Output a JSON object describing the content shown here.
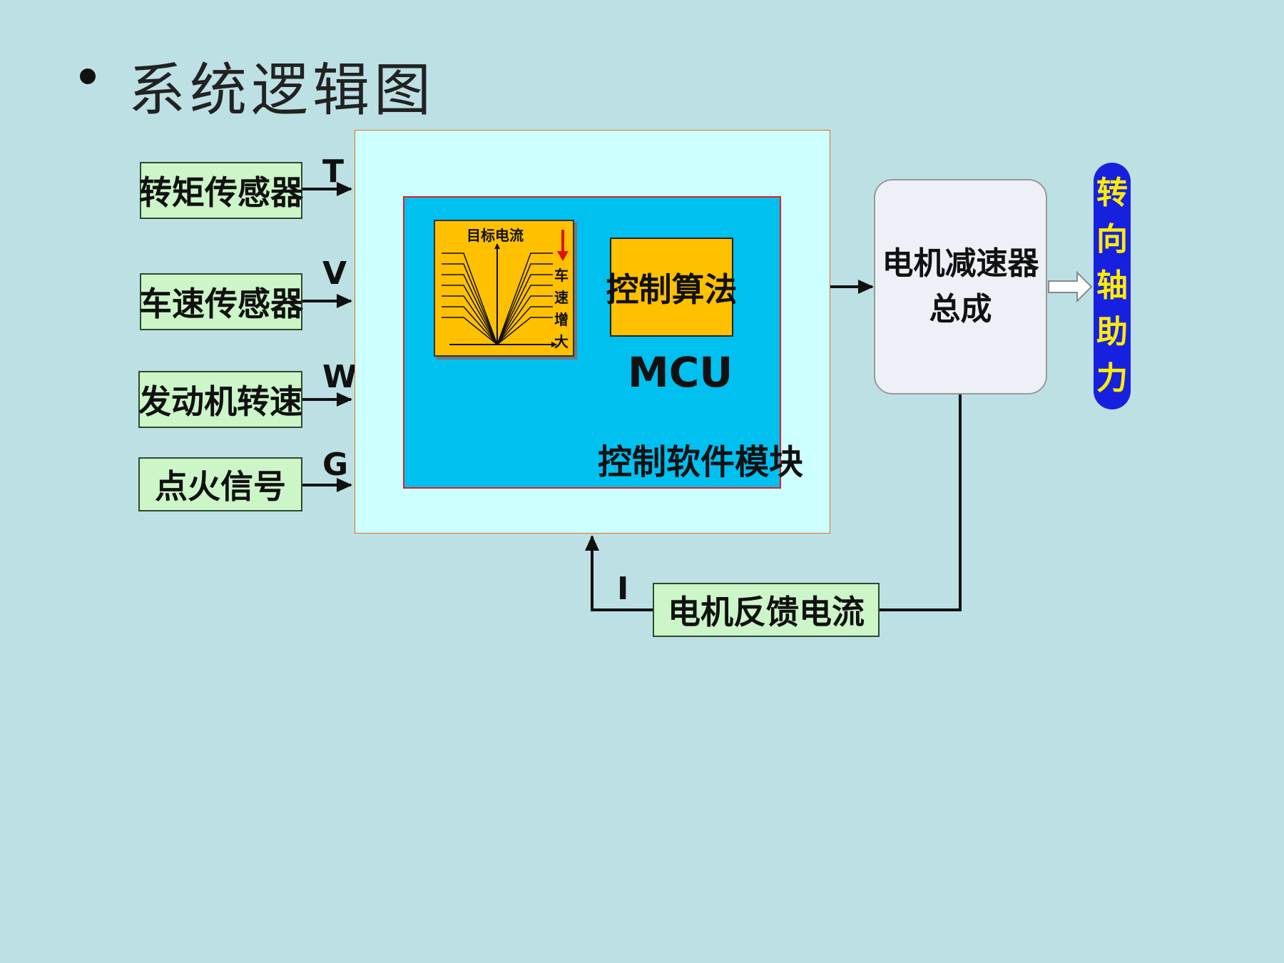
{
  "title": "系统逻辑图",
  "sensors": [
    {
      "label": "转矩传感器",
      "signal": "T"
    },
    {
      "label": "车速传感器",
      "signal": "V"
    },
    {
      "label": "发动机转速",
      "signal": "W"
    },
    {
      "label": "点火信号",
      "signal": "G"
    }
  ],
  "graph": {
    "title": "目标电流",
    "side_chars": [
      "车",
      "速",
      "增",
      "大"
    ]
  },
  "control_algorithm": "控制算法",
  "mcu": "MCU",
  "software_module": "控制软件模块",
  "motor_reducer": {
    "line1": "电机减速器",
    "line2": "总成"
  },
  "steering_assist": [
    "转",
    "向",
    "轴",
    "助",
    "力"
  ],
  "feedback": {
    "label": "电机反馈电流",
    "signal": "I"
  },
  "colors": {
    "background": "#bde0e4",
    "sensor_fill": "#ccf5c8",
    "outer_box": "#ccffff",
    "inner_box": "#00c0f0",
    "algorithm_fill": "#ffc000",
    "assist_fill": "#1820e0",
    "assist_text": "#ffee00",
    "arrow_red": "#e01010"
  }
}
